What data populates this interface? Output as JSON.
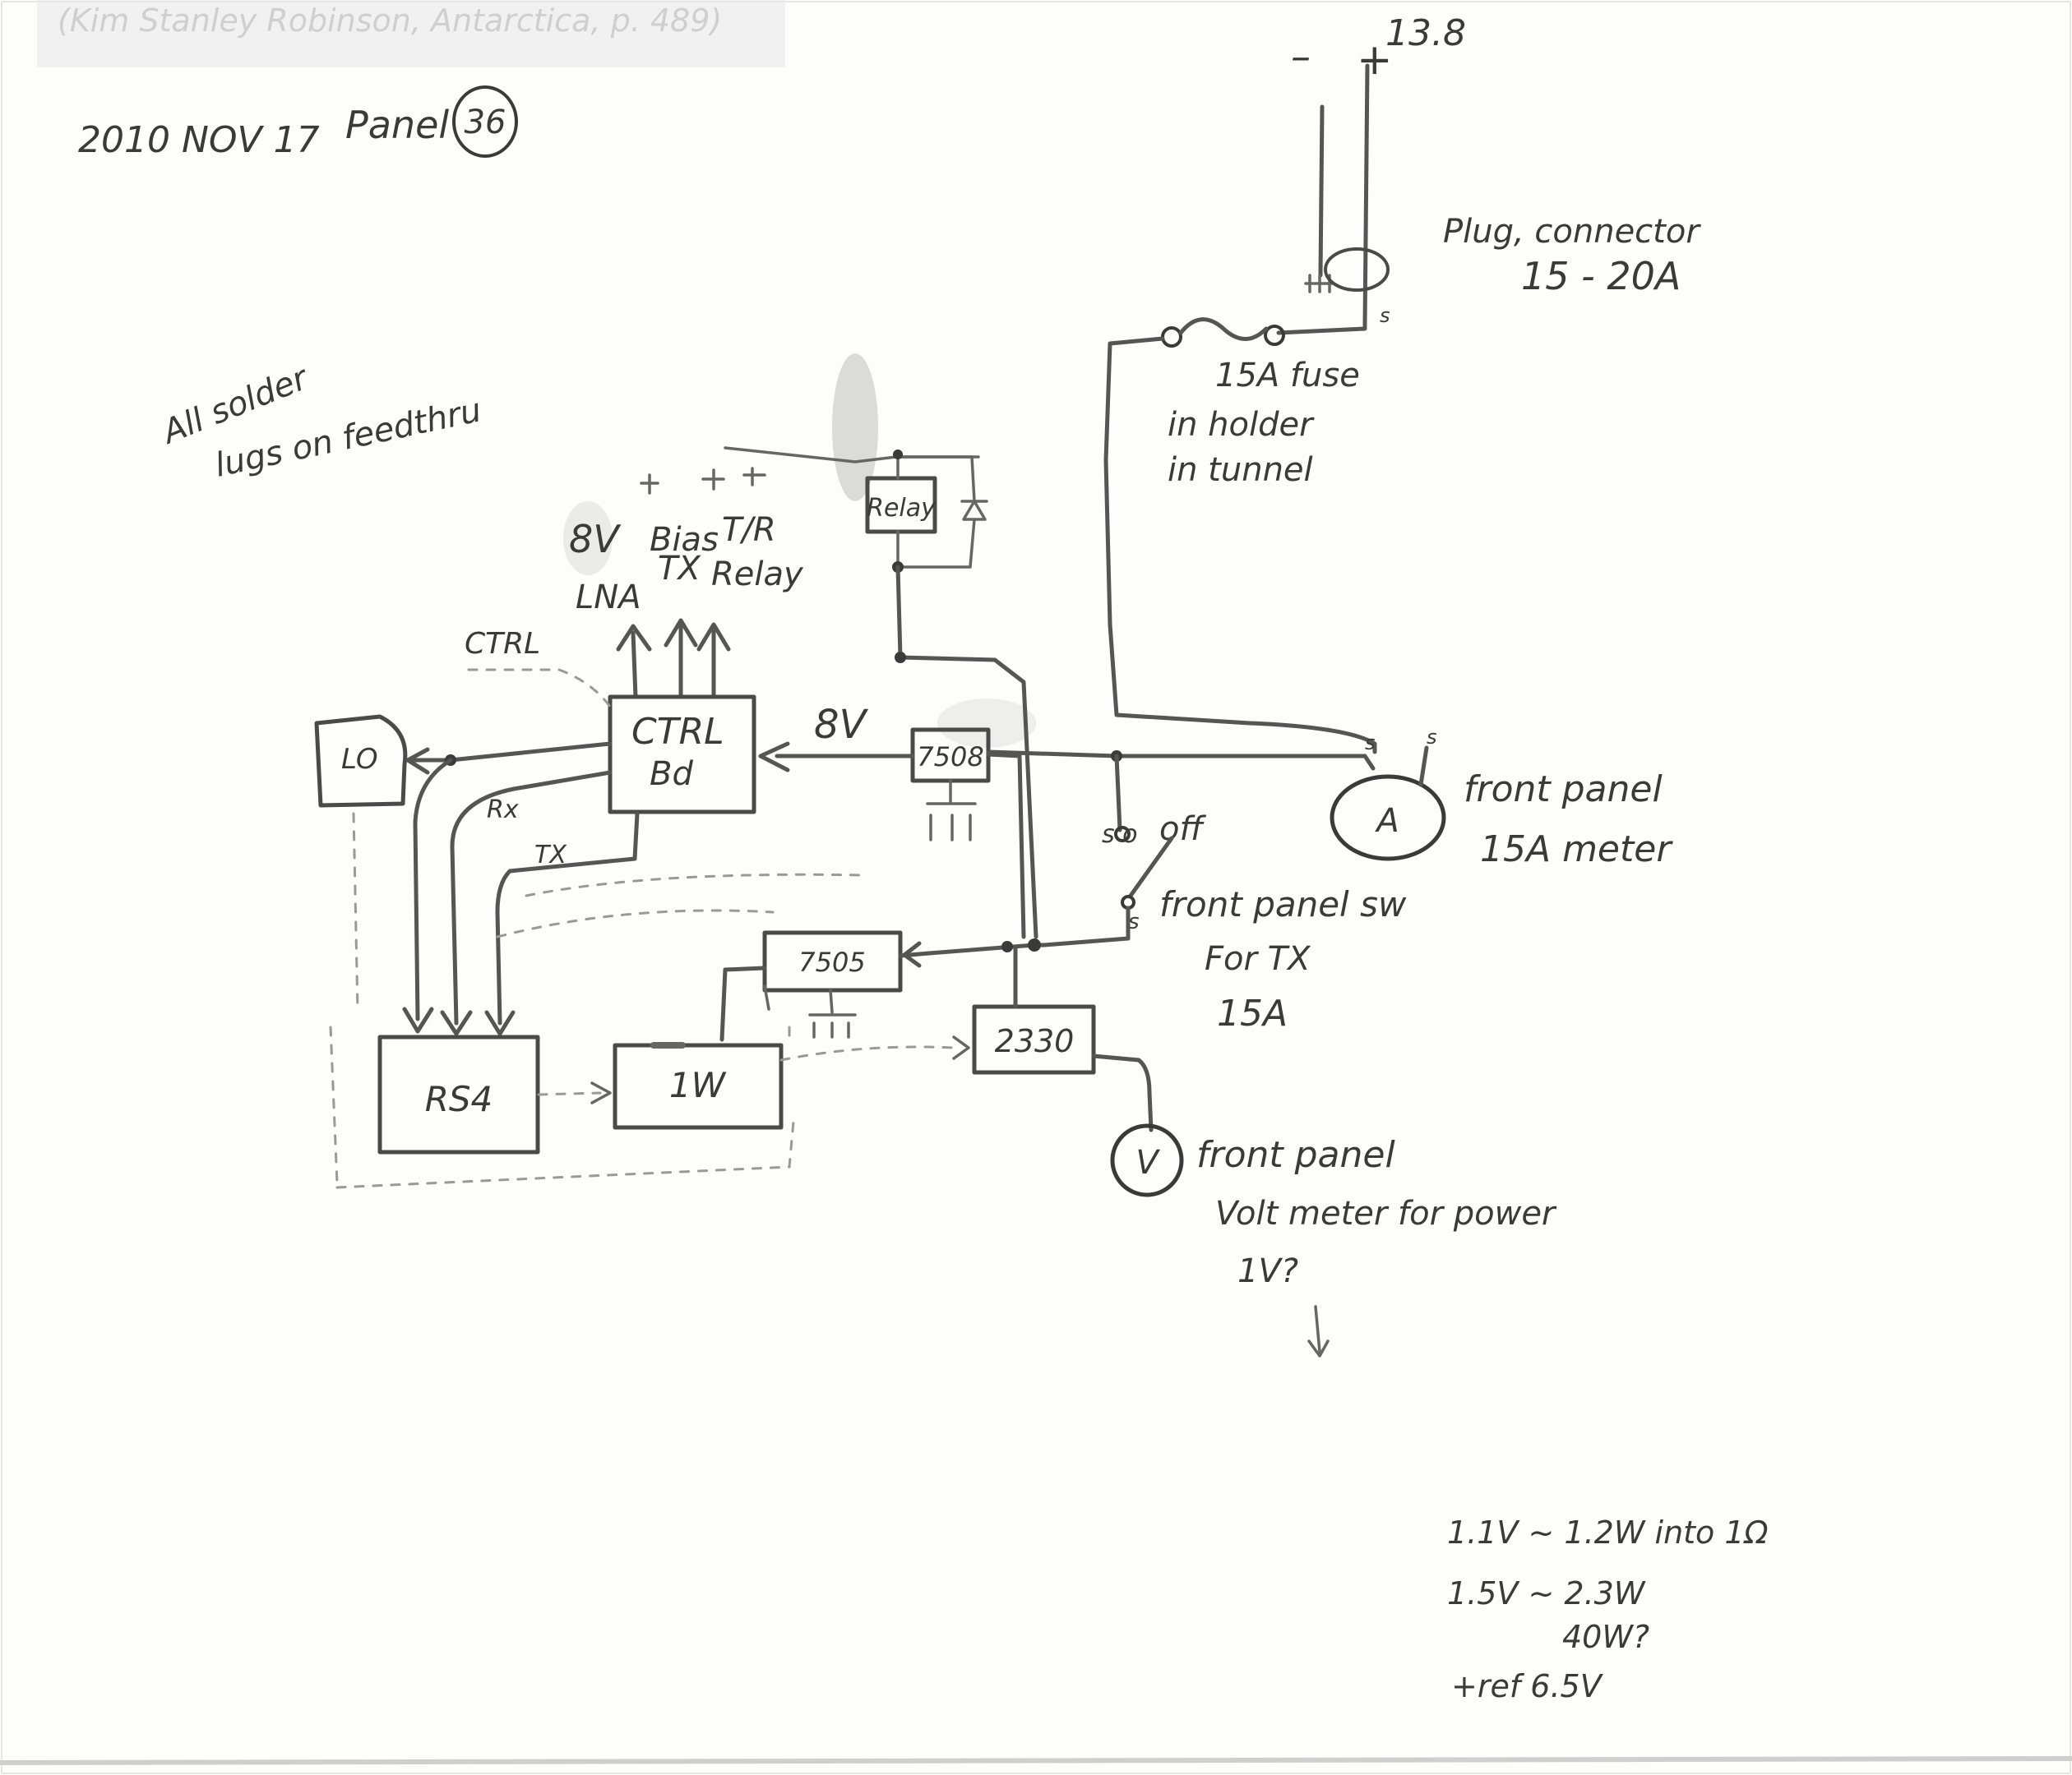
{
  "header": {
    "faint_citation": "(Kim Stanley Robinson, Antarctica, p. 489)",
    "date": "2010 NOV 17",
    "title": "Panel",
    "page_number": "36"
  },
  "notes": {
    "solder_note_line1": "All solder",
    "solder_note_line2": "lugs on feedthru"
  },
  "power_input": {
    "minus": "–",
    "plus": "+",
    "voltage": "13.8",
    "plug_line1": "Plug, connector",
    "plug_line2": "15 - 20A"
  },
  "fuse": {
    "line1": "15A fuse",
    "line2": "in holder",
    "line3": "in tunnel"
  },
  "outputs": {
    "out_8v": "8V",
    "out_lna": "LNA",
    "out_bias": "Bias",
    "out_tx": "TX",
    "out_tr": "T/R",
    "out_relay": "Relay",
    "relay_box": "Relay"
  },
  "blocks": {
    "lo": "LO",
    "ctrl_line1": "CTRL",
    "ctrl_line2": "Bd",
    "ctrl_label": "CTRL",
    "reg_7508": "7508",
    "reg_7505": "7505",
    "rs4": "RS4",
    "amp_1w": "1W",
    "amp_2330": "2330"
  },
  "signals": {
    "rx": "Rx",
    "tx": "TX",
    "eight_v": "8V"
  },
  "switches": {
    "so": "s o",
    "off": "off",
    "s_lower": "s",
    "front_panel_sw": "front panel sw",
    "for_tx": "For TX",
    "amps_15": "15A",
    "meter_s1": "s",
    "meter_s2": "s"
  },
  "meters": {
    "ammeter_line1": "front panel",
    "ammeter_line2": "15A meter",
    "ammeter_glyph": "A",
    "voltmeter_line1": "front panel",
    "voltmeter_line2": "Volt meter for power",
    "voltmeter_glyph": "V",
    "voltmeter_note": "1V?"
  },
  "measurements": {
    "line1": "1.1V ~ 1.2W  into 1Ω",
    "line2": "1.5V ~ 2.3W",
    "line3": "40W?",
    "line4": "+ref 6.5V"
  }
}
